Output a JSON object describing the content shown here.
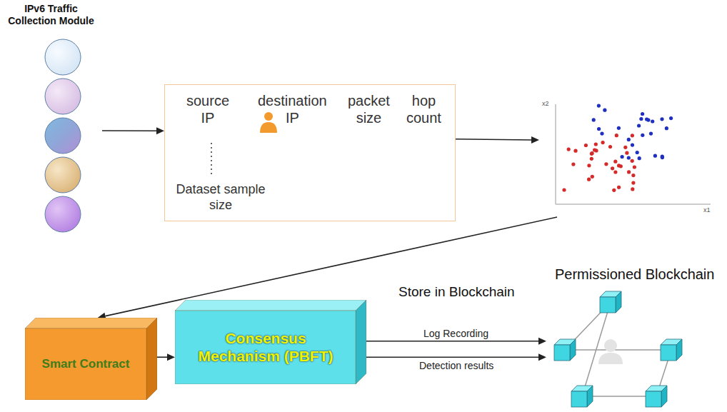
{
  "diagram": {
    "nodes": [
      {
        "text": [
          "IPv6 Traffic Collection Module"
        ]
      },
      {
        "text": [
          "source IP",
          "destination IP",
          "packet size",
          "hop count",
          "Dataset sample size"
        ]
      },
      {
        "text": [
          "x2",
          "x1"
        ]
      },
      {
        "text": [
          "Smart Contract"
        ]
      },
      {
        "text": [
          "Consensus Mechanism (PBFT)"
        ]
      },
      {
        "text": [
          "Permissioned Blockchain"
        ]
      }
    ],
    "edges": [
      {
        "from": 0,
        "to": 1,
        "arrow": "to"
      },
      {
        "from": 1,
        "to": 2,
        "arrow": "to"
      },
      {
        "from": 2,
        "to": 3,
        "arrow": "to"
      },
      {
        "from": 3,
        "to": 4,
        "arrow": "to"
      },
      {
        "from": 4,
        "to": 5,
        "label": "Log Recording",
        "arrow": "to"
      },
      {
        "from": 4,
        "to": 5,
        "label": "Detection results",
        "arrow": "to"
      }
    ],
    "labels": [
      "Store in Blockchain"
    ]
  }
}
